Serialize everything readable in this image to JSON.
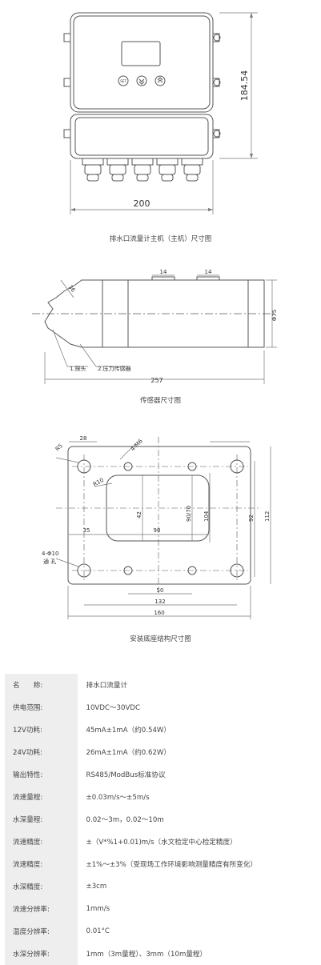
{
  "figure1": {
    "button_set": "SET",
    "dim_height": "184.54",
    "dim_width": "200",
    "caption": "排水口流量计主机（主机）尺寸图"
  },
  "figure2": {
    "dim_top_a": "14",
    "dim_top_b": "14",
    "dim_angle": "36",
    "dim_dia": "Φ75",
    "label_probe": "1.探头",
    "label_sensor": "2.压力传感器",
    "dim_length": "257",
    "caption": "传感器尺寸图"
  },
  "figure3": {
    "dim_28": "28",
    "dim_r5": "R5",
    "dim_m6": "4-M6",
    "dim_r10": "R10",
    "dim_42": "42",
    "dim_90_70": "90/70",
    "dim_104": "104",
    "dim_92": "92",
    "dim_112": "112",
    "dim_35": "35",
    "dim_90": "90",
    "hole_label": "4-Φ10",
    "hole_label2": "通 孔",
    "dim_50": "50",
    "dim_132": "132",
    "dim_160": "160",
    "caption": "安装底座结构尺寸图"
  },
  "specs": [
    {
      "key": "名　　称:",
      "value": "排水口流量计"
    },
    {
      "key": "供电范围:",
      "value": "10VDC～30VDC"
    },
    {
      "key": "12V功耗:",
      "value": "45mA±1mA（约0.54W）"
    },
    {
      "key": "24V功耗:",
      "value": "26mA±1mA（约0.62W）"
    },
    {
      "key": "输出特性:",
      "value": "RS485/ModBus标准协议"
    },
    {
      "key": "流速量程:",
      "value": "±0.03m/s～±5m/s"
    },
    {
      "key": "水深量程:",
      "value": "0.02～3m，0.02～10m"
    },
    {
      "key": "流速精度:",
      "value": "±（V*%1+0.01)m/s（水文检定中心检定精度）"
    },
    {
      "key": "流速精度:",
      "value": "±1%～±3%（受现场工作环境影响测量精度有所变化）"
    },
    {
      "key": "水深精度:",
      "value": "±3cm"
    },
    {
      "key": "流速分辨率:",
      "value": "1mm/s"
    },
    {
      "key": "温度分辨率:",
      "value": "0.01°C"
    },
    {
      "key": "水深分辨率:",
      "value": "1mm（3m量程）、3mm（10m量程）"
    }
  ]
}
